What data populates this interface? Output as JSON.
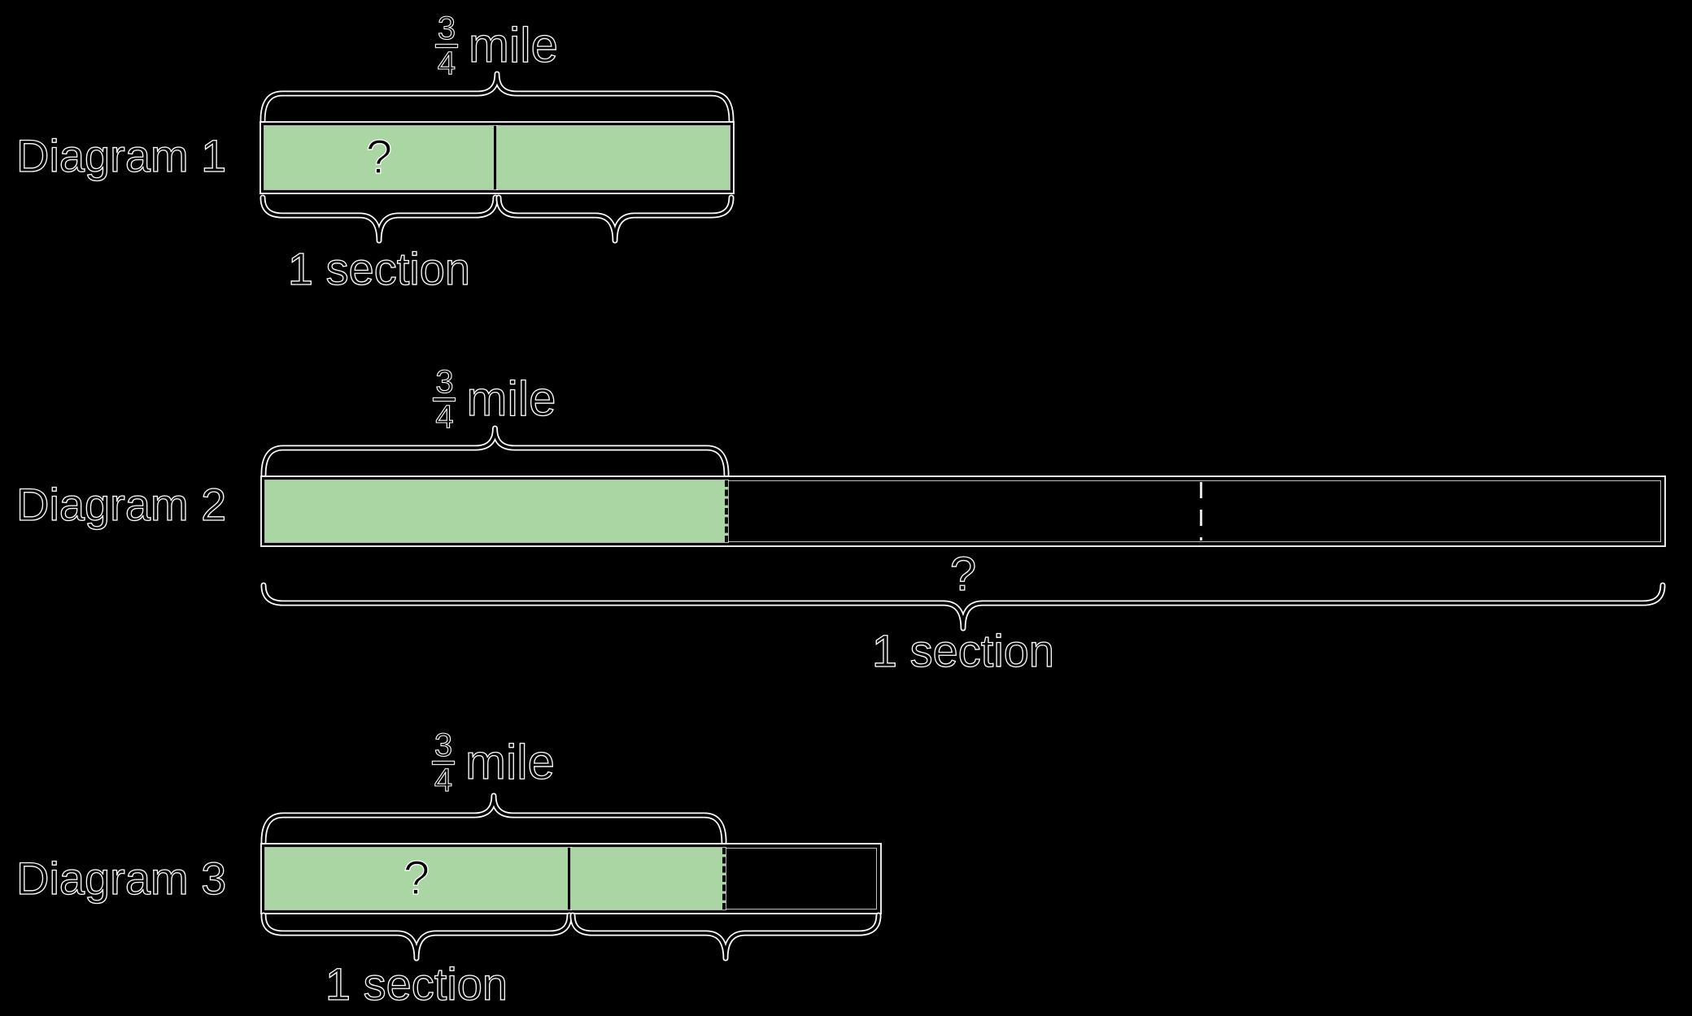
{
  "colors": {
    "green": "#a9d6a2",
    "outline_white": "#ffffff",
    "ink_black": "#000000",
    "dash_gray": "#ebebeb"
  },
  "diagrams": [
    {
      "label": "Diagram 1",
      "measure": {
        "numerator": "3",
        "denominator": "4",
        "unit": "mile"
      },
      "cell_question": "?",
      "section_label": "1 section"
    },
    {
      "label": "Diagram 2",
      "measure": {
        "numerator": "3",
        "denominator": "4",
        "unit": "mile"
      },
      "question": "?",
      "section_label": "1 section"
    },
    {
      "label": "Diagram 3",
      "measure": {
        "numerator": "3",
        "denominator": "4",
        "unit": "mile"
      },
      "cell_question": "?",
      "section_label": "1 section"
    }
  ]
}
